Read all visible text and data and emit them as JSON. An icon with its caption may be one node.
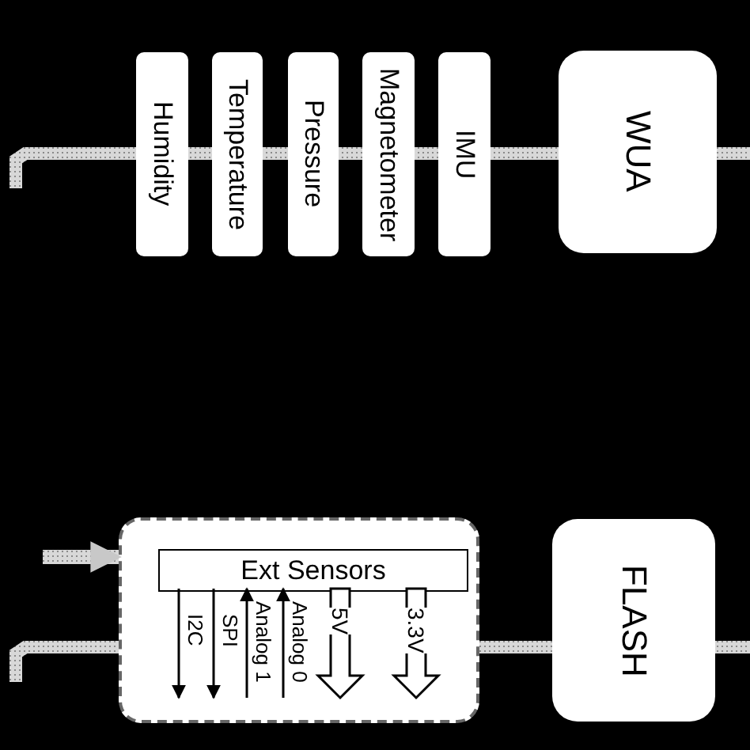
{
  "diagram": {
    "nodes": [
      {
        "text": [
          "Humidity"
        ]
      },
      {
        "text": [
          "Temperature"
        ]
      },
      {
        "text": [
          "Pressure"
        ]
      },
      {
        "text": [
          "Magnetometer"
        ]
      },
      {
        "text": [
          "IMU"
        ]
      },
      {
        "text": [
          "WUA"
        ]
      },
      {
        "text": [],
        "shape": "box"
      },
      {
        "text": [
          "Ext Sensors"
        ],
        "in": 6
      },
      {
        "text": [
          "FLASH"
        ]
      }
    ],
    "edges": [
      {
        "from": null,
        "to": 0,
        "arrow": "none",
        "style": "thick"
      },
      {
        "from": 0,
        "to": 1,
        "arrow": "none",
        "style": "thick"
      },
      {
        "from": 1,
        "to": 2,
        "arrow": "none",
        "style": "thick"
      },
      {
        "from": 2,
        "to": 3,
        "arrow": "none",
        "style": "thick"
      },
      {
        "from": 3,
        "to": 4,
        "arrow": "none",
        "style": "thick"
      },
      {
        "from": 4,
        "to": 5,
        "arrow": "none",
        "style": "thick"
      },
      {
        "from": 5,
        "to": null,
        "arrow": "none",
        "style": "thick"
      },
      {
        "from": null,
        "to": 6,
        "arrow": "to",
        "style": "thick"
      },
      {
        "from": null,
        "to": 6,
        "arrow": "none",
        "style": "thick"
      },
      {
        "from": 6,
        "to": 8,
        "arrow": "none",
        "style": "thick"
      },
      {
        "from": 8,
        "to": null,
        "arrow": "none",
        "style": "thick"
      },
      {
        "from": 7,
        "to": null,
        "arrow": "to",
        "label": "I2C",
        "color": "#000000"
      },
      {
        "from": 7,
        "to": null,
        "arrow": "to",
        "label": "SPI",
        "color": "#000000"
      },
      {
        "from": null,
        "to": 7,
        "arrow": "to",
        "label": "Analog 1",
        "color": "#000000"
      },
      {
        "from": null,
        "to": 7,
        "arrow": "to",
        "label": "Analog 0",
        "color": "#000000"
      },
      {
        "from": 7,
        "to": null,
        "arrow": "to",
        "label": "5V",
        "style": "thick",
        "color": "#000000"
      },
      {
        "from": 7,
        "to": null,
        "arrow": "to",
        "label": "3.3V",
        "style": "thick",
        "color": "#000000"
      }
    ]
  }
}
